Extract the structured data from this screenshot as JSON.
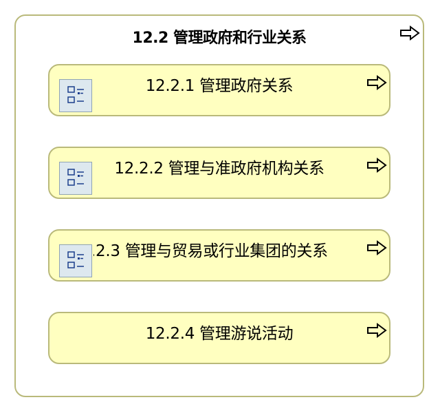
{
  "container": {
    "title": "12.2 管理政府和行业关系",
    "arrow_icon": "right-arrow-icon"
  },
  "cards": [
    {
      "label": "12.2.1 管理政府关系",
      "has_list_icon": true,
      "arrow_icon": "right-arrow-icon"
    },
    {
      "label": "12.2.2 管理与准政府机构关系",
      "has_list_icon": true,
      "arrow_icon": "right-arrow-icon"
    },
    {
      "label": ".2.3 管理与贸易或行业集团的关系",
      "has_list_icon": true,
      "arrow_icon": "right-arrow-icon"
    },
    {
      "label": "12.2.4 管理游说活动",
      "has_list_icon": false,
      "arrow_icon": "right-arrow-icon"
    }
  ],
  "colors": {
    "card_fill": "#ffffc0",
    "border": "#b9b97a",
    "icon_fill": "#dde8ef"
  }
}
